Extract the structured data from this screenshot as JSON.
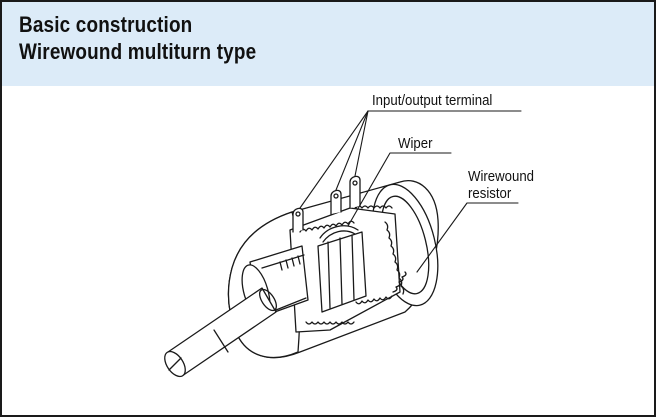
{
  "header": {
    "title_line1": "Basic construction",
    "title_line2": "Wirewound multiturn type"
  },
  "colors": {
    "header_background": "#dcebf8",
    "border": "#1a1a1a",
    "drawing_line": "#1a1a1a"
  },
  "diagram": {
    "labels": {
      "terminal": "Input/output terminal",
      "wiper": "Wiper",
      "resistor_line1": "Wirewound",
      "resistor_line2": "resistor"
    }
  }
}
